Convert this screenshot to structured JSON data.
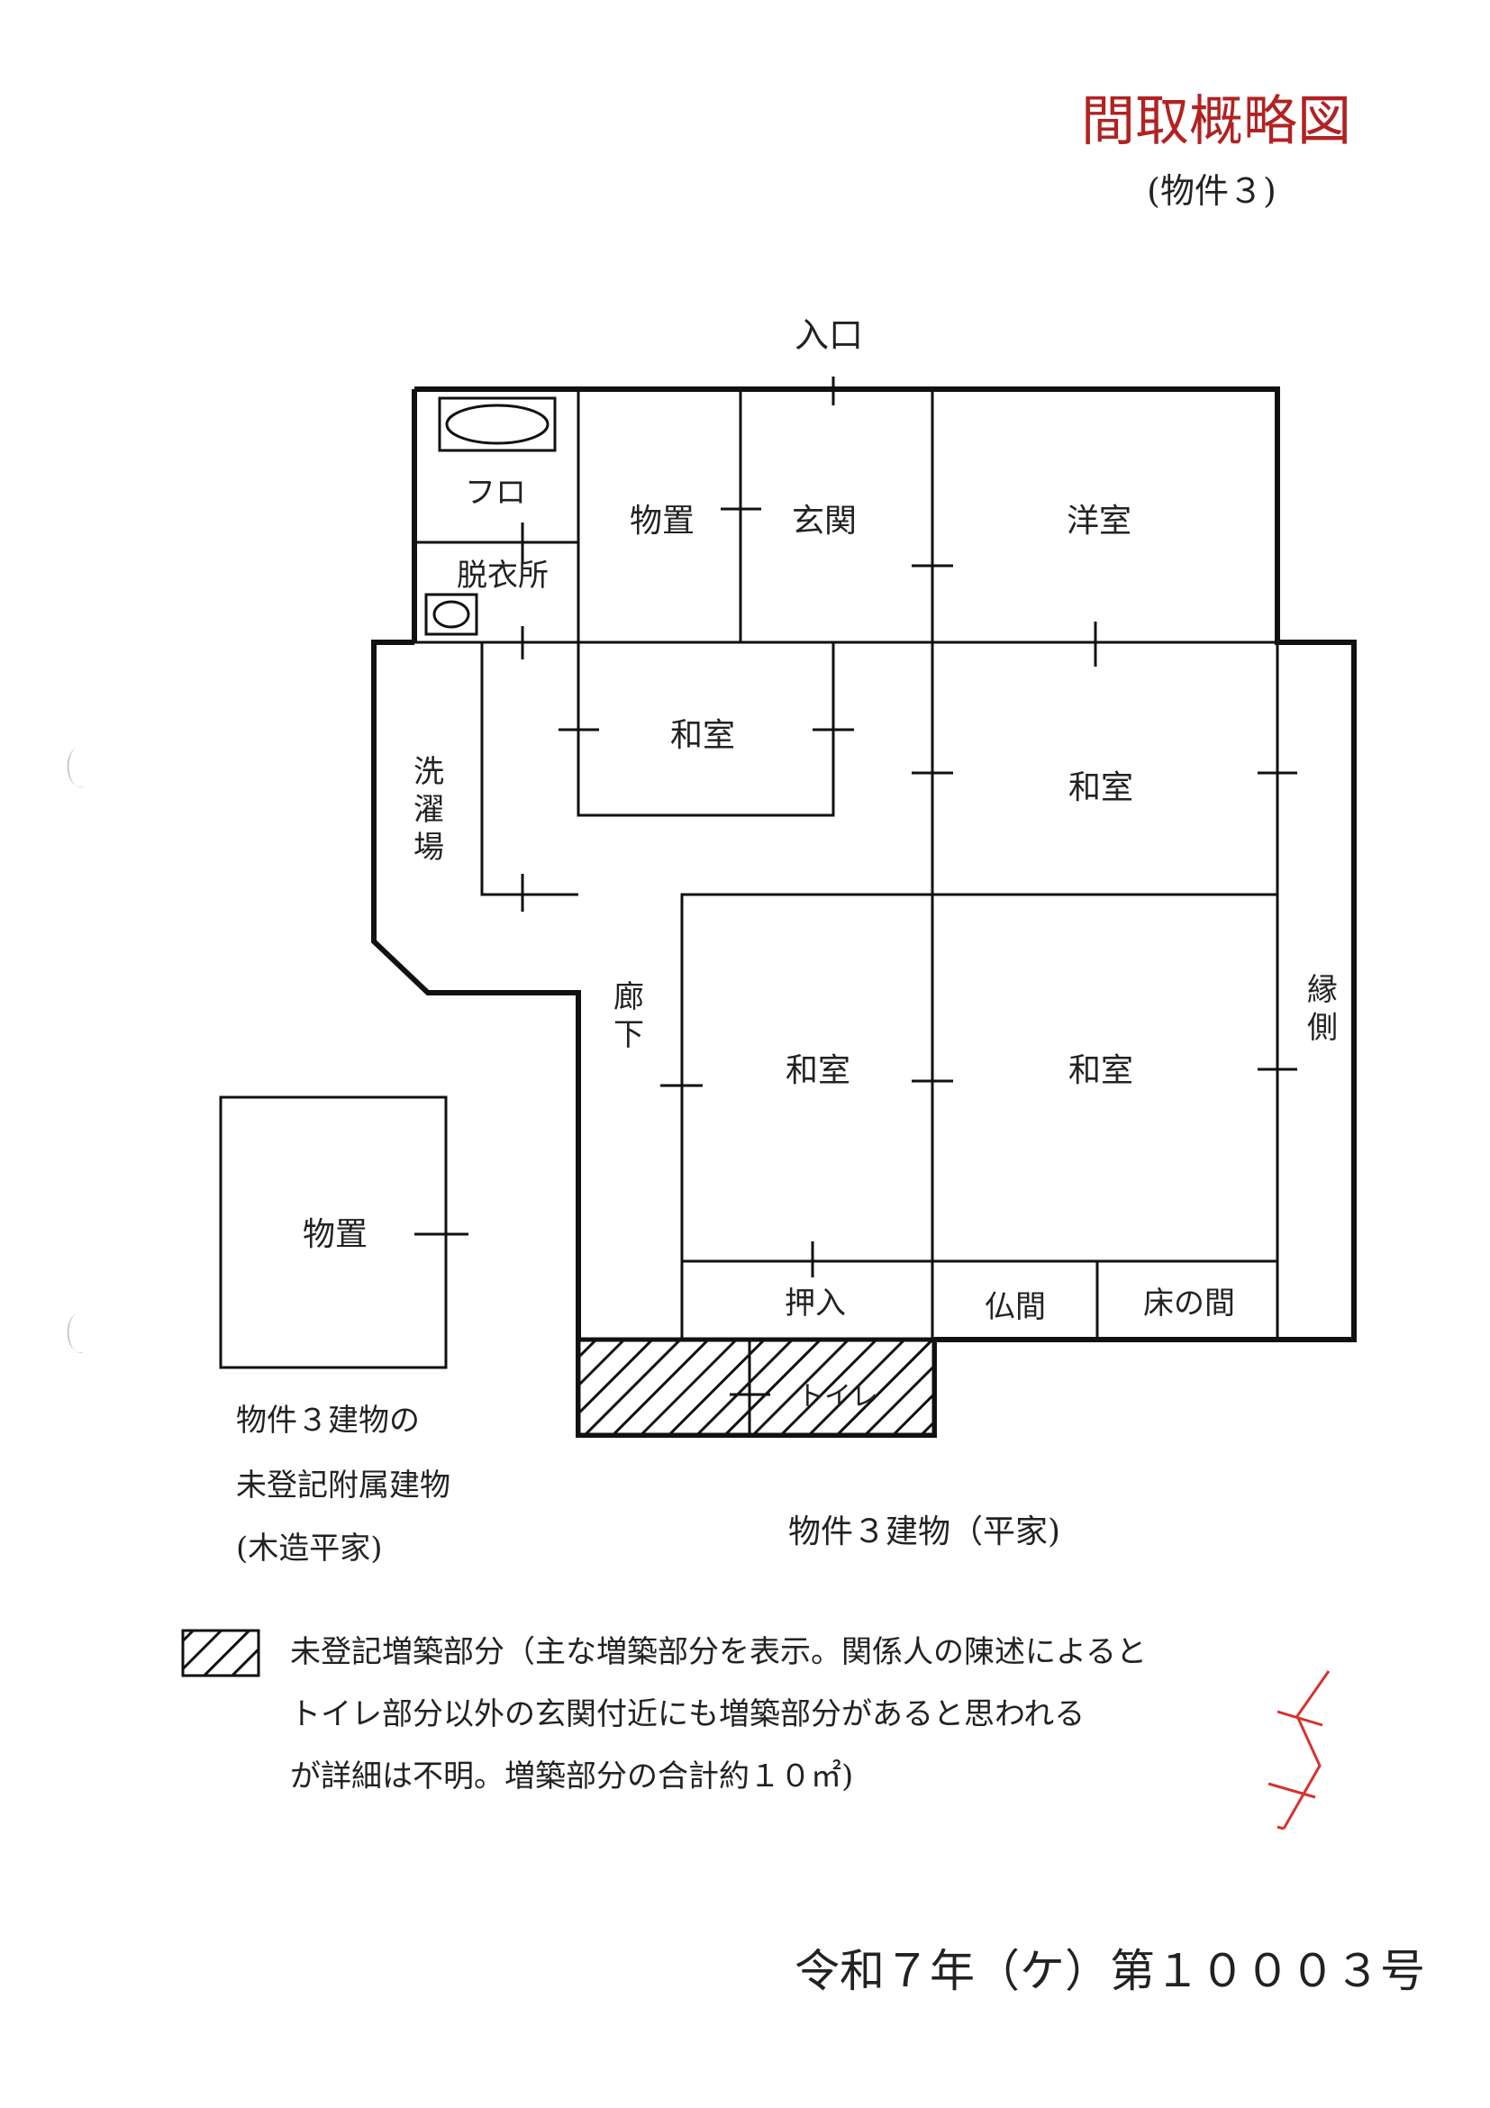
{
  "header": {
    "title": "間取概略図",
    "subtitle": "(物件３)",
    "title_color": "#b22222"
  },
  "plan": {
    "entrance": "入口",
    "rooms": {
      "furo": "フロ",
      "datsuijo": "脱衣所",
      "monooki_main": "物置",
      "genkan": "玄関",
      "yoshitsu": "洋室",
      "washitsu_small": "和室",
      "washitsu_east": "和室",
      "sentakuba": "洗濯場",
      "roka": "廊下",
      "washitsu_center": "和室",
      "washitsu_right": "和室",
      "engawa": "縁側",
      "oshiire": "押入",
      "butsuma": "仏間",
      "tokonoma": "床の間",
      "toilet": "トイレ",
      "monooki_annex": "物置"
    },
    "annex_caption": [
      "物件３建物の",
      "未登記附属建物",
      "(木造平家)"
    ],
    "main_caption": "物件３建物（平家)"
  },
  "legend": {
    "lines": [
      "未登記増築部分（主な増築部分を表示。関係人の陳述によると",
      "トイレ部分以外の玄関付近にも増築部分があると思われる",
      "が詳細は不明。増築部分の合計約１０㎡)"
    ]
  },
  "footer": {
    "case_number": "令和７年（ケ）第１０００３号"
  }
}
